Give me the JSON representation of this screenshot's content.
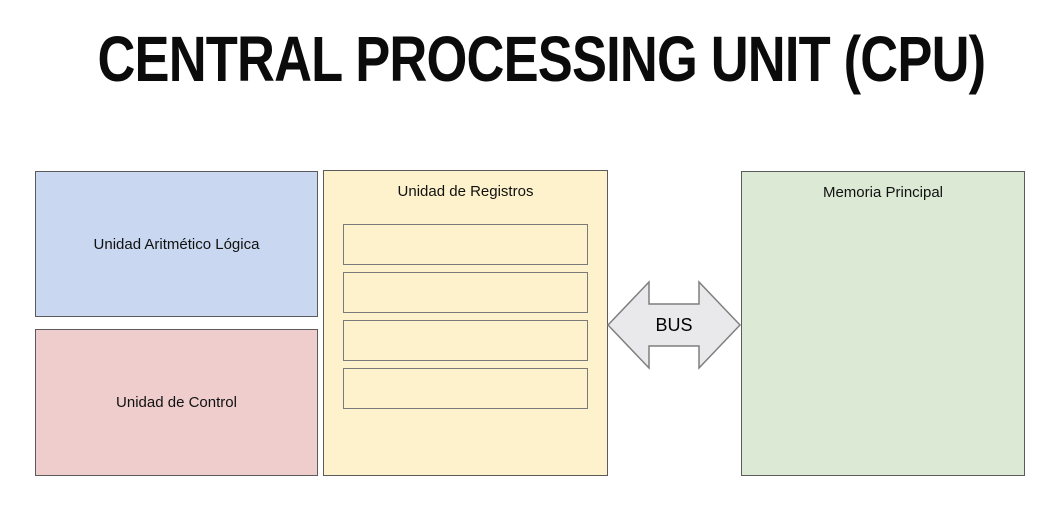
{
  "title": "CENTRAL PROCESSING UNIT (CPU)",
  "diagram": {
    "alu": {
      "label": "Unidad Aritmético Lógica",
      "fill": "#c9d8f0"
    },
    "control_unit": {
      "label": "Unidad de Control",
      "fill": "#efcdcd"
    },
    "registers_unit": {
      "label": "Unidad de Registros",
      "fill": "#fdf2cc",
      "slot_count": 4
    },
    "main_memory": {
      "label": "Memoria Principal",
      "fill": "#dcead5"
    },
    "bus": {
      "label": "BUS",
      "fill": "#e9e9eb",
      "stroke": "#7f7f7f"
    }
  },
  "colors": {
    "background": "#ffffff",
    "box_border": "#5b5b5b",
    "slot_border": "#7a7a7a",
    "text": "#000000"
  }
}
